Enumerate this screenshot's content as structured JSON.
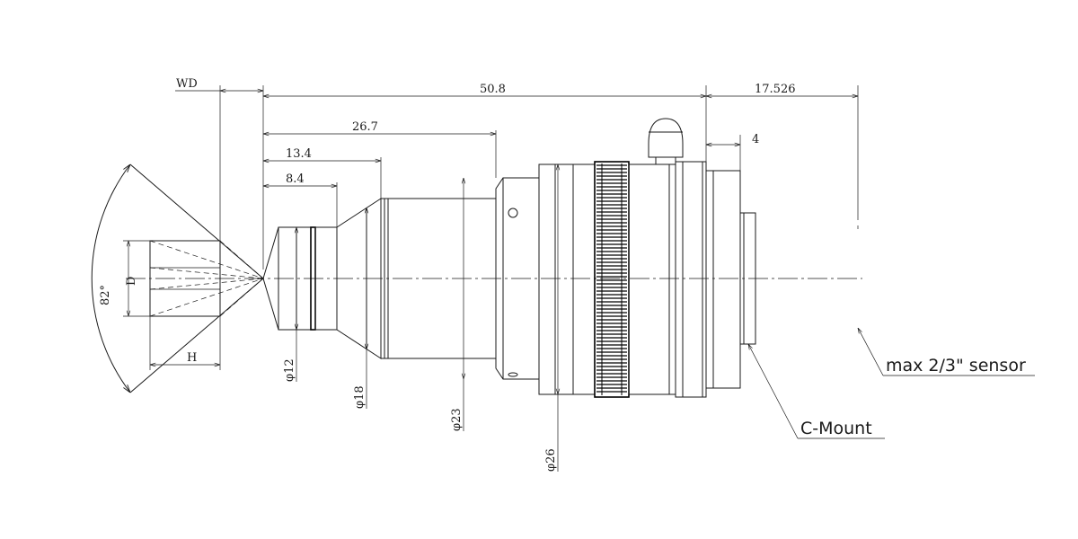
{
  "dimensions": {
    "wd": "WD",
    "overall_length": "50.8",
    "flange_distance": "17.526",
    "length_26_7": "26.7",
    "length_13_4": "13.4",
    "length_8_4": "8.4",
    "mount_4": "4",
    "dia_12": "φ12",
    "dia_18": "φ18",
    "dia_23": "φ23",
    "dia_26": "φ26"
  },
  "fov": {
    "angle": "82°",
    "d_label": "D",
    "h_label": "H"
  },
  "notes": {
    "sensor": "max 2/3\" sensor",
    "mount": "C-Mount"
  }
}
